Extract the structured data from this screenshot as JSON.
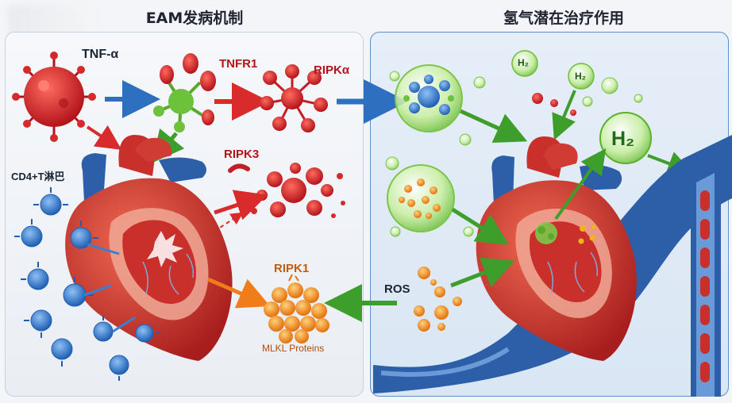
{
  "titles": {
    "left": "EAM发病机制",
    "right": "氢气潜在治疗作用"
  },
  "labels": {
    "tnf_alpha": "TNF-α",
    "tnfr1": "TNFR1",
    "ripk_alpha": "RIPKα",
    "ripk3": "RIPK3",
    "cd4": "CD4+T淋巴",
    "ripk1": "RIPK1",
    "mlkl": "MLKL Proteins",
    "ros": "ROS",
    "h2_small_1": "H₂",
    "h2_small_2": "H₂",
    "h2_large": "H₂"
  },
  "colors": {
    "virus_red": "#d42a2a",
    "receptor_green": "#6cc23a",
    "arrow_blue": "#2f6fbf",
    "arrow_red": "#d92b2b",
    "arrow_orange": "#ef7d1a",
    "arrow_green": "#3e9e2c",
    "tcell_blue": "#3b7fd0",
    "mlkl_orange": "#f28c1b",
    "heart_red": "#c9302c",
    "vessel_blue": "#2d5fa8"
  },
  "icons": [
    "virus-icon",
    "receptor-icon",
    "ripk-cluster-icon",
    "heart-icon",
    "t-cell-icon",
    "mlkl-cluster-icon",
    "h2-bubble-icon",
    "blood-vessel-icon",
    "ros-particle-icon"
  ]
}
